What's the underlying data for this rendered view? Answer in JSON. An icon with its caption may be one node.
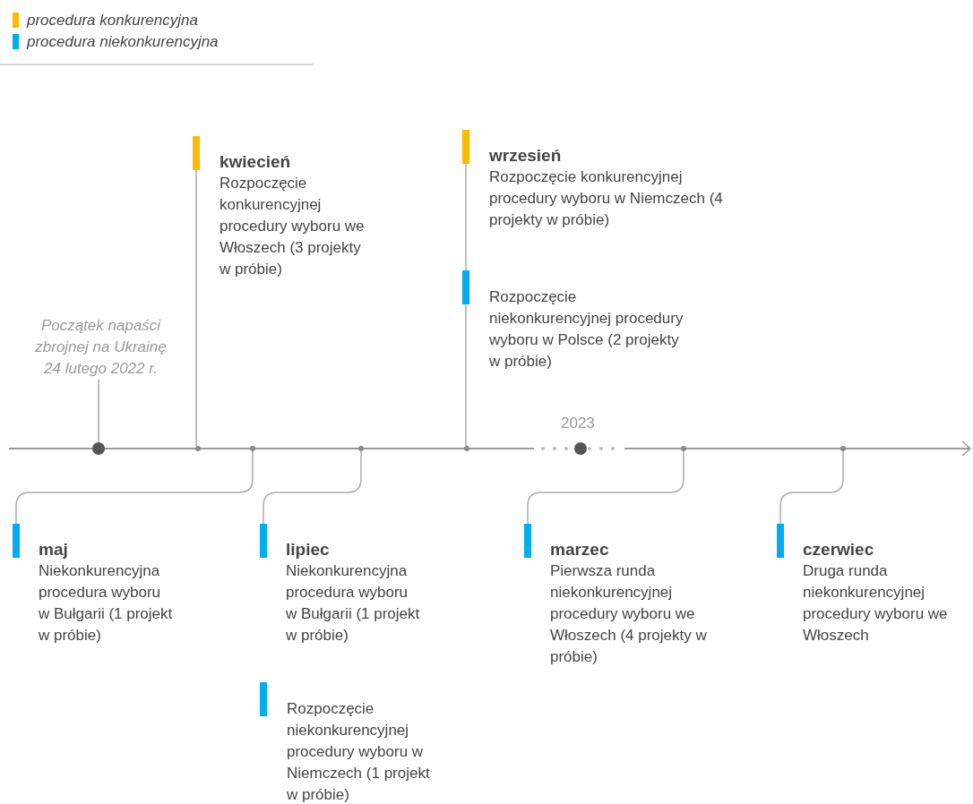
{
  "diagram": {
    "nodes": [
      {
        "text": [
          "Początek napaści zbrojnej na Ukrainę 24 lutego 2022 r."
        ]
      },
      {
        "text": [
          "kwiecień",
          "Rozpoczęcie konkurencyjnej procedury wyboru we Włoszech (3 projekty w próbie)"
        ]
      },
      {
        "text": [
          "maj",
          "Niekonkurencyjna procedura wyboru w Bułgarii (1 projekt w próbie)"
        ]
      },
      {
        "text": [
          "lipiec",
          "Niekonkurencyjna procedura wyboru w Bułgarii (1 projekt w próbie)"
        ]
      },
      {
        "text": [
          "Rozpoczęcie niekonkurencyjnej procedury wyboru w Niemczech (1 projekt w próbie)"
        ]
      },
      {
        "text": [
          "wrzesień",
          "Rozpoczęcie konkurencyjnej procedury wyboru w Niemczech (4 projekty w próbie)"
        ]
      },
      {
        "text": [
          "Rozpoczęcie niekonkurencyjnej procedury wyboru w Polsce (2 projekty w próbie)"
        ]
      },
      {
        "text": [
          "marzec",
          "Pierwsza runda niekonkurencyjnej procedury wyboru we Włoszech (4 projekty w próbie)"
        ]
      },
      {
        "text": [
          "czerwiec",
          "Druga runda niekonkurencyjnej procedury wyboru we Włoszech"
        ]
      }
    ],
    "edges": [
      {
        "from": 0,
        "to": null,
        "arrow": "none"
      },
      {
        "from": 1,
        "to": null,
        "arrow": "none"
      },
      {
        "from": 2,
        "to": null,
        "arrow": "none"
      },
      {
        "from": 3,
        "to": null,
        "arrow": "none"
      },
      {
        "from": 5,
        "to": null,
        "arrow": "none"
      },
      {
        "from": 7,
        "to": null,
        "arrow": "none"
      },
      {
        "from": 8,
        "to": null,
        "arrow": "none"
      }
    ],
    "labels": [
      "2023"
    ],
    "legend": [
      {
        "text": "procedura konkurencyjna",
        "color": "#fbb900"
      },
      {
        "text": "procedura niekonkurencyjna",
        "color": "#00aeef"
      }
    ]
  }
}
